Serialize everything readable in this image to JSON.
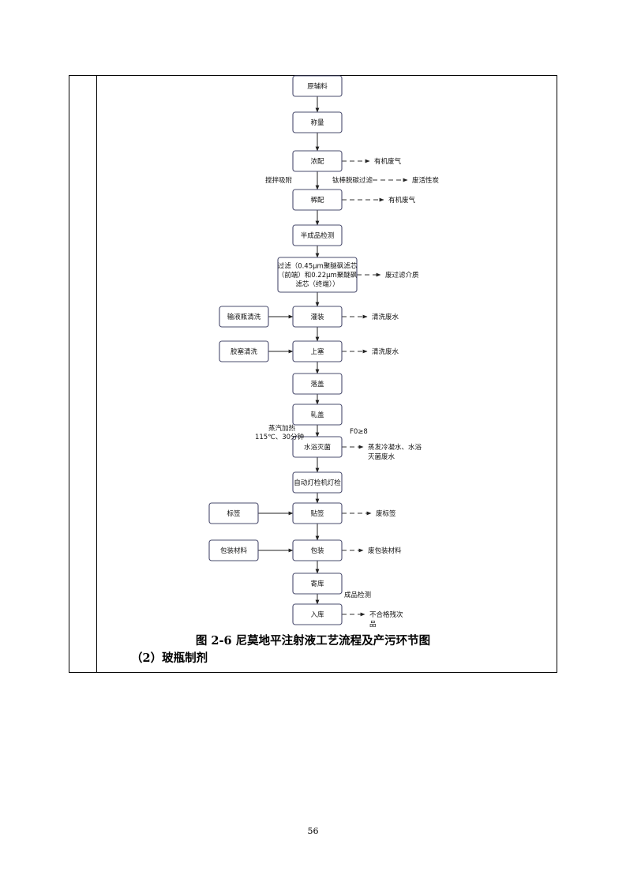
{
  "steps": [
    "原辅料",
    "称量",
    "浓配",
    "稀配",
    "半成品检测",
    [
      "过滤（0.45μm聚醚砜滤芯",
      "（前端）和0.22μm聚醚砜",
      "滤芯（终端））"
    ],
    "灌装",
    "上塞",
    "落盖",
    "轧盖",
    "水浴灭菌",
    "自动灯检机灯检",
    "贴签",
    "包装",
    "寄库",
    "入库"
  ],
  "inputs": {
    "bottle_wash": "输液瓶清洗",
    "stopper_wash": "胶塞清洗",
    "label": "标签",
    "packaging": "包装材料"
  },
  "outputs": {
    "organic_gas_1": "有机废气",
    "waste_carbon": "废活性炭",
    "organic_gas_2": "有机废气",
    "filter_media": "废过滤介质",
    "wash_water_1": "清洗废水",
    "wash_water_2": "清洗废水",
    "steam_condensate": [
      "蒸发冷凝水、水浴",
      "灭菌废水"
    ],
    "waste_label": "废标签",
    "waste_packaging": "废包装材料",
    "rejects": [
      "不合格残次",
      "品"
    ]
  },
  "annotations": {
    "stir_adsorb": "搅拌吸附",
    "titanium_filter": "钛棒脱碳过滤",
    "steam_heat": "蒸汽加热",
    "temp_time": "115℃、30分钟",
    "f0": "F0≥8",
    "final_qc": "成品检测"
  },
  "caption": "图 2-6  尼莫地平注射液工艺流程及产污环节图",
  "subheading": "（2）玻瓶制剂",
  "page_number": "56"
}
